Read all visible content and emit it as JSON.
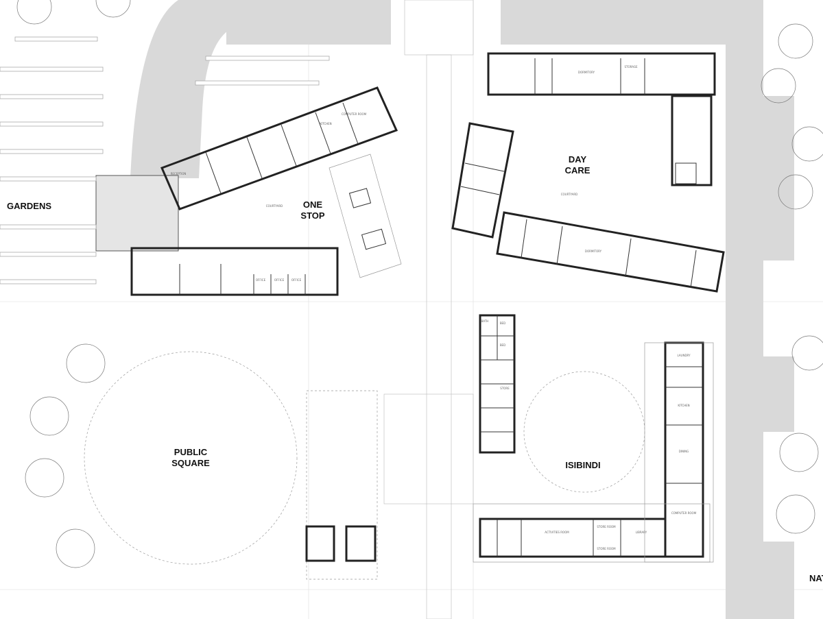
{
  "zones": {
    "gardens": "GARDENS",
    "one_stop_1": "ONE",
    "one_stop_2": "STOP",
    "day_care_1": "DAY",
    "day_care_2": "CARE",
    "public_square_1": "PUBLIC",
    "public_square_2": "SQUARE",
    "isibindi": "ISIBINDI",
    "edge_right": "NAT"
  },
  "rooms": {
    "computer_room": "COMPUTER ROOM",
    "kitchen": "KITCHEN",
    "office": "OFFICE",
    "storage": "STORAGE",
    "reception": "RECEPTION",
    "dormitory": "DORMITORY",
    "laundry": "LAUNDRY",
    "dining": "DINING",
    "library": "LIBRARY",
    "activities_room": "ACTIVITIES ROOM",
    "store_room": "STORE ROOM",
    "bed": "BED",
    "bath": "BATH",
    "store": "STORE",
    "courtyard": "COURTYARD"
  },
  "colors": {
    "road": "#d9d9d9",
    "wall": "#222222",
    "background": "#ffffff"
  }
}
